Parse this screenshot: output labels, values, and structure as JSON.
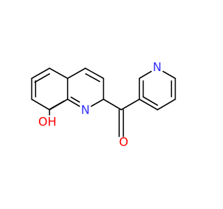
{
  "molecule": {
    "atoms": {
      "quinoline_n": {
        "text": "N",
        "color": "#3333ff"
      },
      "pyridine_n": {
        "text": "N",
        "color": "#3333ff"
      },
      "carbonyl_o": {
        "text": "O",
        "color": "#ff0000"
      },
      "hydroxyl": {
        "text": "OH",
        "color": "#ff0000"
      }
    }
  }
}
